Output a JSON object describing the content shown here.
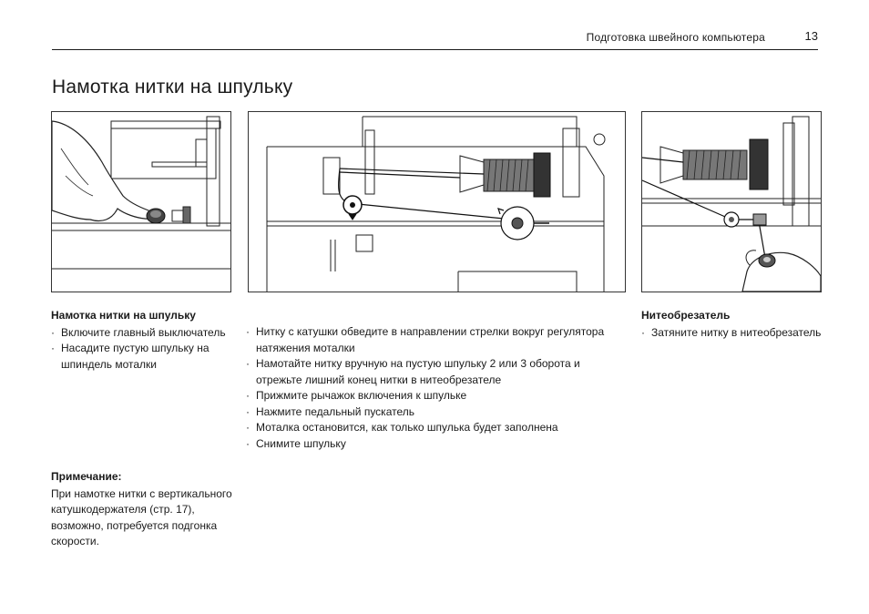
{
  "header": {
    "chapter_title": "Подготовка швейного компьютера",
    "page_number": "13"
  },
  "section": {
    "title": "Намотка нитки на шпульку"
  },
  "left_column": {
    "heading": "Намотка нитки на шпульку",
    "items": [
      "Включите главный выключатель",
      "Насадите пустую шпульку на шпиндель моталки"
    ]
  },
  "center_column": {
    "items": [
      "Нитку с катушки обведите в направлении стрелки вокруг регулятора натяжения моталки",
      "Намотайте нитку вручную на пустую шпульку 2 или 3 оборота и отрежьте лишний конец нитки в нитеобрезателе",
      "Прижмите рычажок включения к шпульке",
      "Нажмите педальный пускатель",
      "Моталка остановится, как только шпулька будет заполнена",
      "Снимите шпульку"
    ]
  },
  "right_column": {
    "heading": "Нитеобрезатель",
    "items": [
      "Затяните нитку в нитеобрезатель"
    ]
  },
  "note": {
    "heading": "Примечание:",
    "text": "При намотке нитки с вертикального катушкодержателя (стр. 17), возможно, потребуется подгонка скорости."
  },
  "bullet_symbol": "·"
}
